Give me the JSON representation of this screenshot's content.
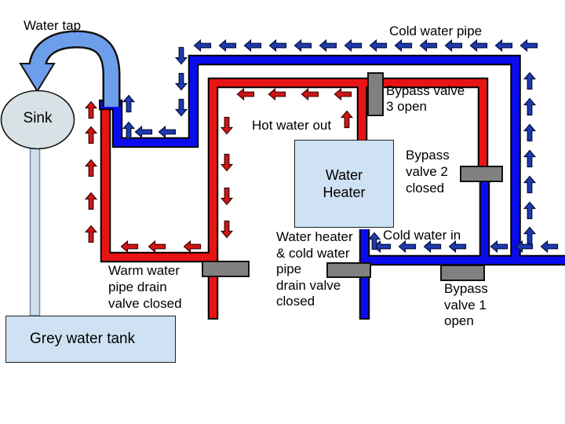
{
  "diagram": {
    "labels": {
      "water_tap": "Water tap",
      "sink": "Sink",
      "cold_water_pipe": "Cold water pipe",
      "hot_water_out": "Hot water out",
      "bypass_valve_3": "Bypass valve\n3 open",
      "water_heater": "Water\nHeater",
      "bypass_valve_2": "Bypass\nvalve 2\nclosed",
      "cold_water_in": "Cold water in",
      "water_heater_drain_valve": "Water heater\n& cold water\npipe\ndrain valve\nclosed",
      "warm_water_drain_valve": "Warm water\npipe drain\nvalve closed",
      "bypass_valve_1": "Bypass\nvalve 1\nopen",
      "grey_water_tank": "Grey water tank"
    },
    "colors": {
      "cold_pipe_blue": "#0b0bf0",
      "hot_pipe_red": "#e81414",
      "flow_arrow_blue": "#1f3aad",
      "flow_arrow_red": "#cf1616",
      "tap_blue": "#6d9eeb",
      "heater_fill": "#cfe2f3",
      "tank_fill": "#cfe2f3",
      "sink_fill": "#d7e1e6",
      "drain_fill": "#cfdfec",
      "valve_gray": "#808080"
    }
  }
}
